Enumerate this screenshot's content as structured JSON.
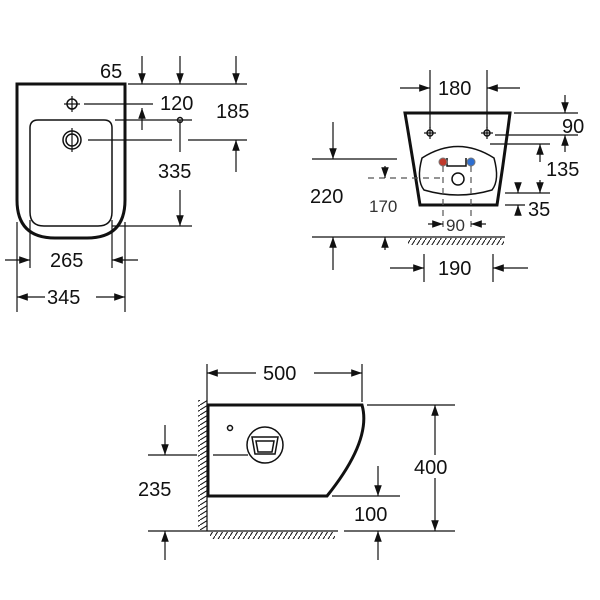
{
  "title": "Wall-hung bidet dimension drawing",
  "colors": {
    "line": "#111111",
    "hot": "#c0392b",
    "cold": "#2e6fd1"
  },
  "top_view": {
    "dims": {
      "d65": "65",
      "d120": "120",
      "d185": "185",
      "d335": "335",
      "d265": "265",
      "d345": "345"
    }
  },
  "front_view": {
    "dims": {
      "d180": "180",
      "d90_top": "90",
      "d135": "135",
      "d35": "35",
      "d220": "220",
      "d170": "170",
      "d90_bottom": "90",
      "d190": "190"
    }
  },
  "side_view": {
    "dims": {
      "d500": "500",
      "d400": "400",
      "d235": "235",
      "d100": "100"
    }
  }
}
